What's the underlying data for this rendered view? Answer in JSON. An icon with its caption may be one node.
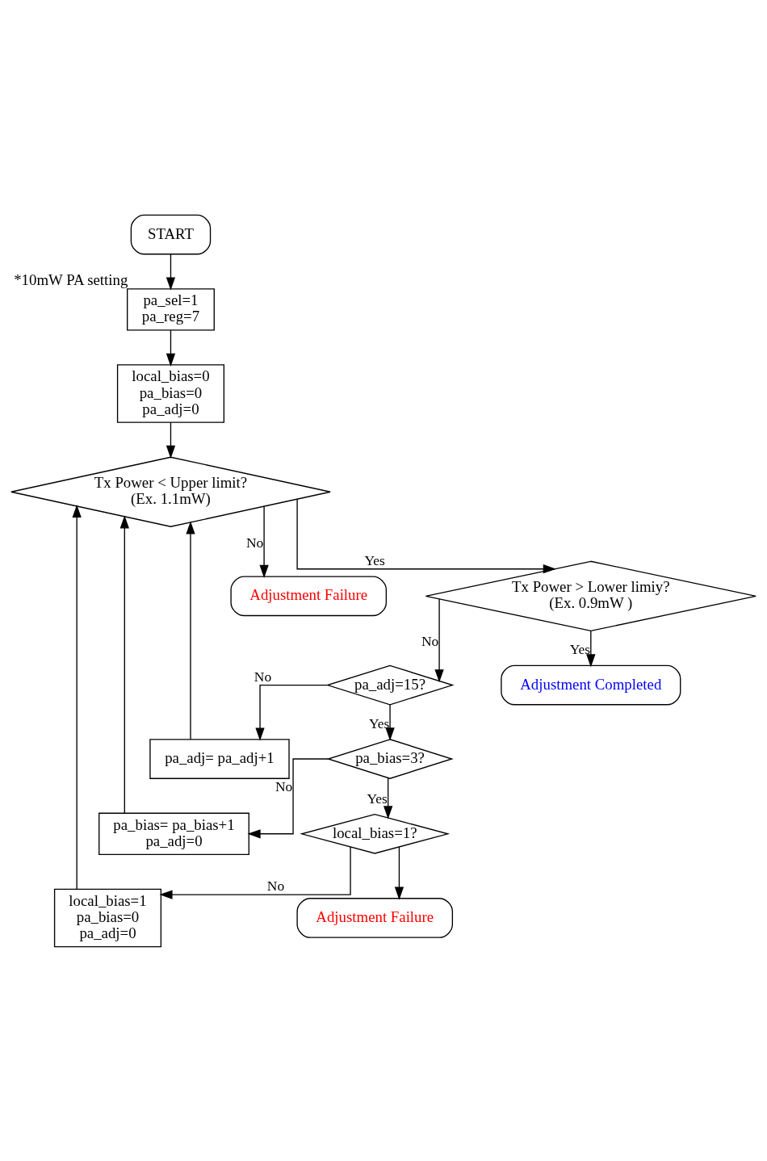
{
  "diagram": {
    "nodes": [
      {
        "text": [
          "START"
        ]
      },
      {
        "text": [
          "pa_sel=1",
          "pa_reg=7"
        ],
        "beside": [
          "*10mW PA setting"
        ]
      },
      {
        "text": [
          "local_bias=0",
          "pa_bias=0",
          "pa_adj=0"
        ]
      },
      {
        "text": [
          "local_bias=1",
          "pa_bias=0",
          "pa_adj=0"
        ]
      },
      {
        "text": [
          "pa_bias= pa_bias+1",
          "pa_adj=0"
        ]
      },
      {
        "text": [
          "pa_adj= pa_adj+1"
        ]
      },
      {
        "text": [
          "Tx Power < Upper limit?",
          "(Ex. 1.1mW)"
        ]
      },
      {
        "text": [
          "Adjustment Failure"
        ]
      },
      {
        "text": [
          "Tx Power > Lower limiy?",
          "(Ex. 0.9mW )"
        ]
      },
      {
        "text": [
          "pa_adj=15?"
        ]
      },
      {
        "text": [
          "pa_bias=3?"
        ]
      },
      {
        "text": [
          "local_bias=1?"
        ]
      },
      {
        "text": [
          "Adjustment Completed"
        ]
      },
      {
        "text": [
          "Adjustment Failure"
        ]
      }
    ],
    "edges": [
      {
        "from": 0,
        "to": 1,
        "arrow": "to"
      },
      {
        "from": 1,
        "to": 2,
        "arrow": "to"
      },
      {
        "from": 2,
        "to": 6,
        "arrow": "to"
      },
      {
        "from": 3,
        "to": 6,
        "arrow": "to"
      },
      {
        "from": 4,
        "to": 6,
        "arrow": "to"
      },
      {
        "from": 5,
        "to": 6,
        "arrow": "to"
      },
      {
        "from": 6,
        "to": 7,
        "arrow": "to",
        "label": "No"
      },
      {
        "from": 6,
        "to": 8,
        "arrow": "to",
        "label": "Yes"
      },
      {
        "from": 8,
        "to": 9,
        "arrow": "to",
        "label": "No"
      },
      {
        "from": 8,
        "to": 12,
        "arrow": "to",
        "label": "Yes"
      },
      {
        "from": 9,
        "to": 5,
        "arrow": "to",
        "label": "No"
      },
      {
        "from": 9,
        "to": 10,
        "arrow": "to",
        "label": "Yes"
      },
      {
        "from": 10,
        "to": 4,
        "arrow": "to",
        "label": "No"
      },
      {
        "from": 10,
        "to": 11,
        "arrow": "to",
        "label": "Yes"
      },
      {
        "from": 11,
        "to": 3,
        "arrow": "to",
        "label": "No"
      },
      {
        "from": 11,
        "to": 13,
        "arrow": "to"
      }
    ]
  }
}
